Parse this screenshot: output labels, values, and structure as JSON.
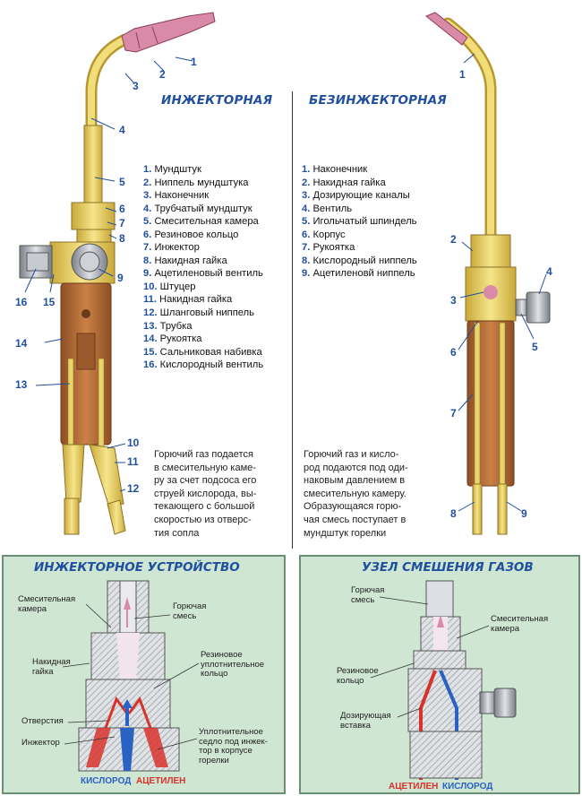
{
  "injector_section": {
    "title": "ИНЖЕКТОРНАЯ",
    "parts": [
      {
        "num": "1.",
        "text": "Мундштук"
      },
      {
        "num": "2.",
        "text": "Ниппель мундштука"
      },
      {
        "num": "3.",
        "text": "Наконечник"
      },
      {
        "num": "4.",
        "text": "Трубчатый мундштук"
      },
      {
        "num": "5.",
        "text": "Смесительная камера"
      },
      {
        "num": "6.",
        "text": "Резиновое кольцо"
      },
      {
        "num": "7.",
        "text": "Инжектор"
      },
      {
        "num": "8.",
        "text": "Накидная гайка"
      },
      {
        "num": "9.",
        "text": "Ацетиленовый вентиль"
      },
      {
        "num": "10.",
        "text": "Штуцер"
      },
      {
        "num": "11.",
        "text": "Накидная гайка"
      },
      {
        "num": "12.",
        "text": "Шланговый ниппель"
      },
      {
        "num": "13.",
        "text": "Трубка"
      },
      {
        "num": "14.",
        "text": "Рукоятка"
      },
      {
        "num": "15.",
        "text": "Сальниковая набивка"
      },
      {
        "num": "16.",
        "text": "Кислородный вентиль"
      }
    ],
    "description_lines": [
      "Горючий газ подается",
      "в смесительную каме-",
      "ру за счет подсоса его",
      "струей кислорода, вы-",
      "текающего с большой",
      "скоростью из отверс-",
      "тия сопла"
    ],
    "callouts": [
      "1",
      "2",
      "3",
      "4",
      "5",
      "6",
      "7",
      "8",
      "9",
      "10",
      "11",
      "12",
      "13",
      "14",
      "15",
      "16"
    ]
  },
  "non_injector_section": {
    "title": "БЕЗИНЖЕКТОРНАЯ",
    "parts": [
      {
        "num": "1.",
        "text": "Наконечник"
      },
      {
        "num": "2.",
        "text": "Накидная гайка"
      },
      {
        "num": "3.",
        "text": "Дозирующие каналы"
      },
      {
        "num": "4.",
        "text": "Вентиль"
      },
      {
        "num": "5.",
        "text": "Игольчатый шпиндель"
      },
      {
        "num": "6.",
        "text": "Корпус"
      },
      {
        "num": "7.",
        "text": "Рукоятка"
      },
      {
        "num": "8.",
        "text": "Кислородный ниппель"
      },
      {
        "num": "9.",
        "text": "Ацетиленовй ниппель"
      }
    ],
    "description_lines": [
      "Горючий газ и кисло-",
      "род подаются под оди-",
      "наковым давлением в",
      "смесительную камеру.",
      "Образующаяся горю-",
      "чая смесь поступает в",
      "мундштук горелки"
    ],
    "callouts": [
      "1",
      "2",
      "3",
      "4",
      "5",
      "6",
      "7",
      "8",
      "9"
    ]
  },
  "injector_device": {
    "title": "ИНЖЕКТОРНОЕ УСТРОЙСТВО",
    "labels": {
      "mixing_chamber": [
        "Смесительная",
        "камера"
      ],
      "fuel_mix": [
        "Горючая",
        "смесь"
      ],
      "cap_nut": [
        "Накидная",
        "гайка"
      ],
      "rubber_ring": [
        "Резиновое",
        "уплотнительное",
        "кольцо"
      ],
      "holes": [
        "Отверстия"
      ],
      "injector": [
        "Инжектор"
      ],
      "seat": [
        "Уплотнительное",
        "седло под инжек-",
        "тор в корпусе",
        "горелки"
      ]
    },
    "gas_oxygen": "КИСЛОРОД",
    "gas_acetylene": "АЦЕТИЛЕН"
  },
  "mixing_node": {
    "title": "УЗЕЛ СМЕШЕНИЯ ГАЗОВ",
    "labels": {
      "fuel_mix": [
        "Горючая",
        "смесь"
      ],
      "mixing_chamber": [
        "Смесительная",
        "камера"
      ],
      "rubber_ring": [
        "Резиновое",
        "кольцо"
      ],
      "dosing_insert": [
        "Дозирующая",
        "вставка"
      ]
    },
    "gas_acetylene": "АЦЕТИЛЕН",
    "gas_oxygen": "КИСЛОРОД"
  },
  "colors": {
    "accent_blue": "#1f4f9e",
    "brass": "#e6cf5e",
    "handle_brown": "#b9703c",
    "tip_pink": "#d98aa6",
    "panel_green": "#cfe6d3",
    "oxygen_blue": "#2a62c4",
    "acetylene_red": "#d9322b"
  }
}
